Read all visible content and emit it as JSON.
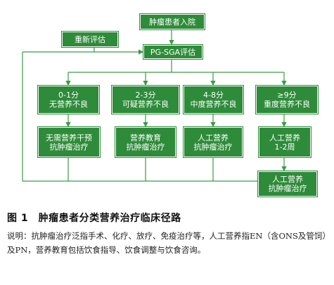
{
  "diagram": {
    "admission": "肿瘤患者入院",
    "reassess": "重新评估",
    "assessment": "PG-SGA评估",
    "grades": [
      {
        "score": "0-1分",
        "status": "无营养不良"
      },
      {
        "score": "2-3分",
        "status": "可疑营养不良"
      },
      {
        "score": "4-8分",
        "status": "中度营养不良"
      },
      {
        "score": "≥9分",
        "status": "重度营养不良"
      }
    ],
    "actions": [
      {
        "line1": "无需营养干预",
        "line2": "抗肿瘤治疗"
      },
      {
        "line1": "营养教育",
        "line2": "抗肿瘤治疗"
      },
      {
        "line1": "人工营养",
        "line2": "抗肿瘤治疗"
      },
      {
        "line1": "人工营养",
        "line2": "1-2周"
      }
    ],
    "final": {
      "line1": "人工营养",
      "line2": "抗肿瘤治疗"
    }
  },
  "caption": {
    "title": "图 1　肿瘤患者分类营养治疗临床径路",
    "note": "说明：抗肿瘤治疗泛指手术、化疗、放疗、免疫治疗等，人工营养指EN（含ONS及管饲）及PN，营养教育包括饮食指导、饮食调整与饮食咨询。"
  },
  "colors": {
    "box": "#2e8b3a",
    "line": "#3c9a46",
    "text": "#ffffff"
  }
}
